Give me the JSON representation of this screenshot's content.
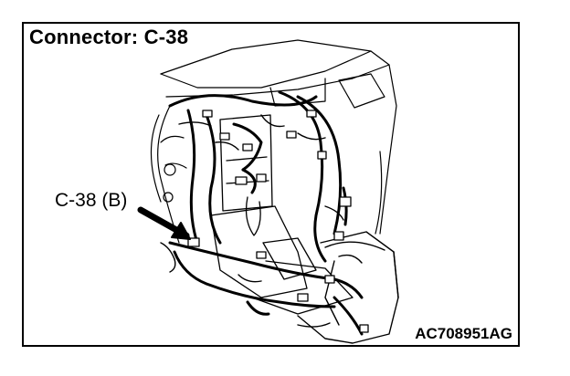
{
  "header": {
    "title": "Connector: C-38"
  },
  "callout": {
    "label": "C-38 (B)"
  },
  "footer": {
    "figure_code": "AC708951AG"
  },
  "colors": {
    "ink": "#000000",
    "paper": "#ffffff"
  },
  "icons": {
    "pointer": "arrow-icon"
  }
}
